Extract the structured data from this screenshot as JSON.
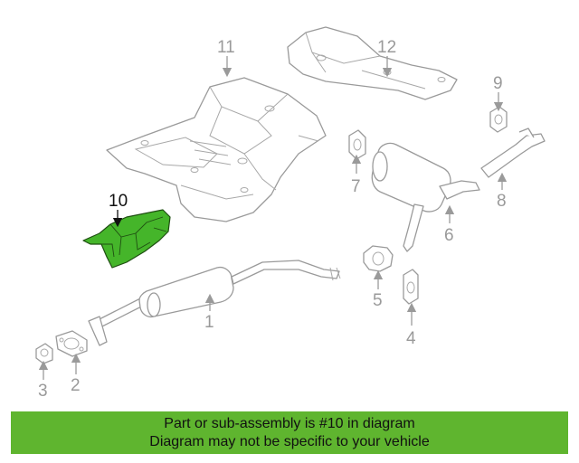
{
  "callouts": {
    "c1": "1",
    "c2": "2",
    "c3": "3",
    "c4": "4",
    "c5": "5",
    "c6": "6",
    "c7": "7",
    "c8": "8",
    "c9": "9",
    "c10": "10",
    "c11": "11",
    "c12": "12"
  },
  "highlighted_part": "10",
  "highlight_color": "#45b52a",
  "banner": {
    "line1": "Part or sub-assembly is #10 in diagram",
    "line2": "Diagram may not be specific to your vehicle",
    "color": "#5fb52f"
  }
}
